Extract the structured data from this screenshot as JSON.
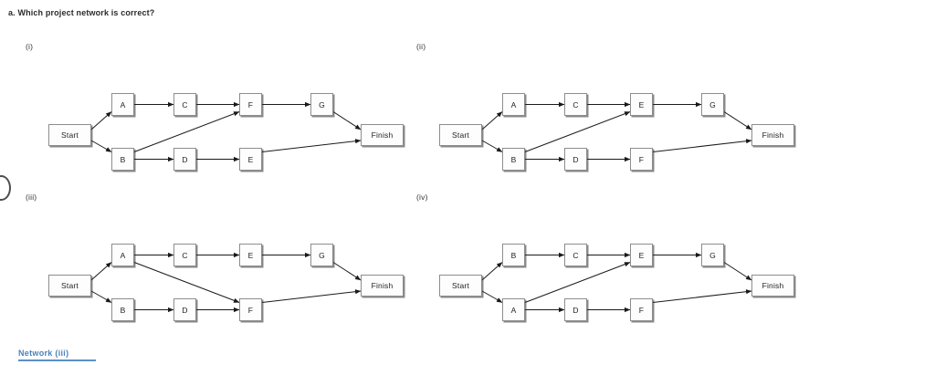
{
  "question": {
    "text": "a. Which project network is correct?"
  },
  "answer": {
    "text": "Network (iii)",
    "color": "#4a82bd",
    "underline_color": "#5b90c7"
  },
  "colors": {
    "background": "#ffffff",
    "node_fill": "#fdfdfd",
    "node_border": "#8d8d8d",
    "node_shadow": "#282828",
    "edge": "#1a1a1a",
    "text": "#1f1f1f",
    "link": "#4a82bd"
  },
  "networks": [
    {
      "label": "(i)",
      "terminals": {
        "start": "Start",
        "finish": "Finish"
      },
      "nodes": [
        {
          "id": "A",
          "label": "A",
          "row": "top",
          "col": 1
        },
        {
          "id": "C",
          "label": "C",
          "row": "top",
          "col": 2
        },
        {
          "id": "F",
          "label": "F",
          "row": "top",
          "col": 3
        },
        {
          "id": "G",
          "label": "G",
          "row": "top",
          "col": 4
        },
        {
          "id": "B",
          "label": "B",
          "row": "bottom",
          "col": 1
        },
        {
          "id": "D",
          "label": "D",
          "row": "bottom",
          "col": 2
        },
        {
          "id": "E",
          "label": "E",
          "row": "bottom",
          "col": 3
        }
      ],
      "edges": [
        {
          "from": "Start",
          "to": "A"
        },
        {
          "from": "Start",
          "to": "B"
        },
        {
          "from": "A",
          "to": "C"
        },
        {
          "from": "C",
          "to": "F"
        },
        {
          "from": "F",
          "to": "G"
        },
        {
          "from": "G",
          "to": "Finish"
        },
        {
          "from": "B",
          "to": "D"
        },
        {
          "from": "B",
          "to": "F"
        },
        {
          "from": "D",
          "to": "E"
        },
        {
          "from": "E",
          "to": "Finish"
        }
      ]
    },
    {
      "label": "(ii)",
      "terminals": {
        "start": "Start",
        "finish": "Finish"
      },
      "nodes": [
        {
          "id": "A",
          "label": "A",
          "row": "top",
          "col": 1
        },
        {
          "id": "C",
          "label": "C",
          "row": "top",
          "col": 2
        },
        {
          "id": "E",
          "label": "E",
          "row": "top",
          "col": 3
        },
        {
          "id": "G",
          "label": "G",
          "row": "top",
          "col": 4
        },
        {
          "id": "B",
          "label": "B",
          "row": "bottom",
          "col": 1
        },
        {
          "id": "D",
          "label": "D",
          "row": "bottom",
          "col": 2
        },
        {
          "id": "F",
          "label": "F",
          "row": "bottom",
          "col": 3
        }
      ],
      "edges": [
        {
          "from": "Start",
          "to": "A"
        },
        {
          "from": "Start",
          "to": "B"
        },
        {
          "from": "A",
          "to": "C"
        },
        {
          "from": "C",
          "to": "E"
        },
        {
          "from": "E",
          "to": "G"
        },
        {
          "from": "G",
          "to": "Finish"
        },
        {
          "from": "B",
          "to": "D"
        },
        {
          "from": "B",
          "to": "E"
        },
        {
          "from": "D",
          "to": "F"
        },
        {
          "from": "F",
          "to": "Finish"
        }
      ]
    },
    {
      "label": "(iii)",
      "terminals": {
        "start": "Start",
        "finish": "Finish"
      },
      "nodes": [
        {
          "id": "A",
          "label": "A",
          "row": "top",
          "col": 1
        },
        {
          "id": "C",
          "label": "C",
          "row": "top",
          "col": 2
        },
        {
          "id": "E",
          "label": "E",
          "row": "top",
          "col": 3
        },
        {
          "id": "G",
          "label": "G",
          "row": "top",
          "col": 4
        },
        {
          "id": "B",
          "label": "B",
          "row": "bottom",
          "col": 1
        },
        {
          "id": "D",
          "label": "D",
          "row": "bottom",
          "col": 2
        },
        {
          "id": "F",
          "label": "F",
          "row": "bottom",
          "col": 3
        }
      ],
      "edges": [
        {
          "from": "Start",
          "to": "A"
        },
        {
          "from": "Start",
          "to": "B"
        },
        {
          "from": "A",
          "to": "C"
        },
        {
          "from": "A",
          "to": "F"
        },
        {
          "from": "C",
          "to": "E"
        },
        {
          "from": "E",
          "to": "G"
        },
        {
          "from": "G",
          "to": "Finish"
        },
        {
          "from": "B",
          "to": "D"
        },
        {
          "from": "D",
          "to": "F"
        },
        {
          "from": "F",
          "to": "Finish"
        }
      ]
    },
    {
      "label": "(iv)",
      "terminals": {
        "start": "Start",
        "finish": "Finish"
      },
      "nodes": [
        {
          "id": "B",
          "label": "B",
          "row": "top",
          "col": 1
        },
        {
          "id": "C",
          "label": "C",
          "row": "top",
          "col": 2
        },
        {
          "id": "E",
          "label": "E",
          "row": "top",
          "col": 3
        },
        {
          "id": "G",
          "label": "G",
          "row": "top",
          "col": 4
        },
        {
          "id": "A",
          "label": "A",
          "row": "bottom",
          "col": 1
        },
        {
          "id": "D",
          "label": "D",
          "row": "bottom",
          "col": 2
        },
        {
          "id": "F",
          "label": "F",
          "row": "bottom",
          "col": 3
        }
      ],
      "edges": [
        {
          "from": "Start",
          "to": "B"
        },
        {
          "from": "Start",
          "to": "A"
        },
        {
          "from": "B",
          "to": "C"
        },
        {
          "from": "C",
          "to": "E"
        },
        {
          "from": "E",
          "to": "G"
        },
        {
          "from": "G",
          "to": "Finish"
        },
        {
          "from": "A",
          "to": "D"
        },
        {
          "from": "A",
          "to": "E"
        },
        {
          "from": "D",
          "to": "F"
        },
        {
          "from": "F",
          "to": "Finish"
        }
      ]
    }
  ]
}
